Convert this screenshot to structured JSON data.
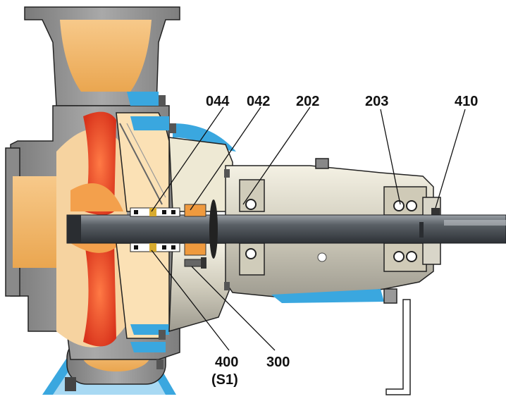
{
  "labels": {
    "l044": "044",
    "l042": "042",
    "l202": "202",
    "l203": "203",
    "l410": "410",
    "l400": "400",
    "l400sub": "(S1)",
    "l300": "300"
  },
  "colors": {
    "casing": "#8f8f8f",
    "fluid_orange": "#f0b460",
    "impeller_red": "#e5452a",
    "cooling_blue": "#3aa7df",
    "shaft": "#4a4f55",
    "bearing_housing": "#d9d6c9",
    "seal_orange": "#ef9a3e",
    "seal_gold": "#d8ab2e"
  }
}
